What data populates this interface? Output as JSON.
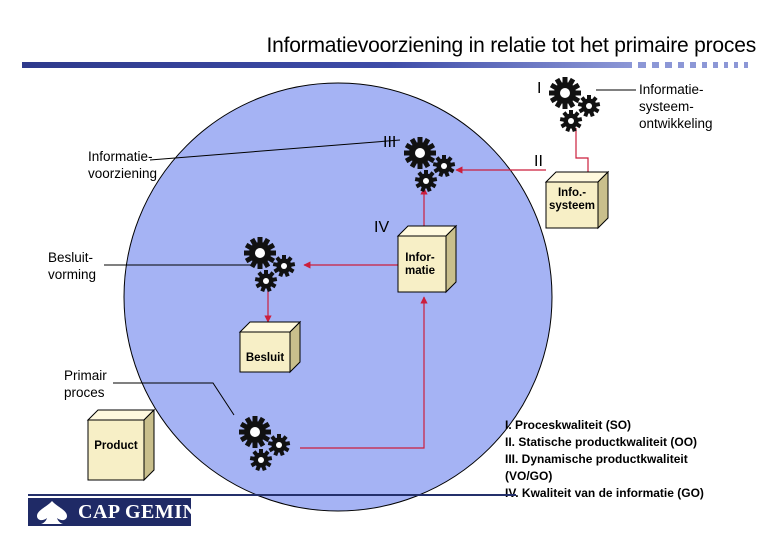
{
  "title": "Informatievoorziening in relatie tot het primaire proces",
  "colors": {
    "circle": "#A5B3F4",
    "stripe": "#2E3A8C",
    "box": "#F7EFC6",
    "arrow": "#CC1E3C",
    "logo": "#1F2A66"
  },
  "labels": {
    "roman_1": "I",
    "roman_2": "II",
    "roman_3": "III",
    "roman_4": "IV",
    "ontwikkeling": "Informatie-\nsysteem-\nontwikkeling",
    "voorziening": "Informatie-\nvoorziening",
    "besluitvorming": "Besluit-\nvorming",
    "primair": "Primair\nproces"
  },
  "boxes": {
    "infosysteem": "Info.-\nsysteem",
    "informatie": "Infor-\nmatie",
    "besluit": "Besluit",
    "product": "Product"
  },
  "legend": [
    "I. Proceskwaliteit (SO)",
    "II. Statische productkwaliteit (OO)",
    "III. Dynamische productkwaliteit (VO/GO)",
    "IV. Kwaliteit van de informatie (GO)"
  ],
  "logo": {
    "text": "CAP GEMINI",
    "icon": "spade-icon"
  },
  "icons": [
    "gears-icon"
  ]
}
